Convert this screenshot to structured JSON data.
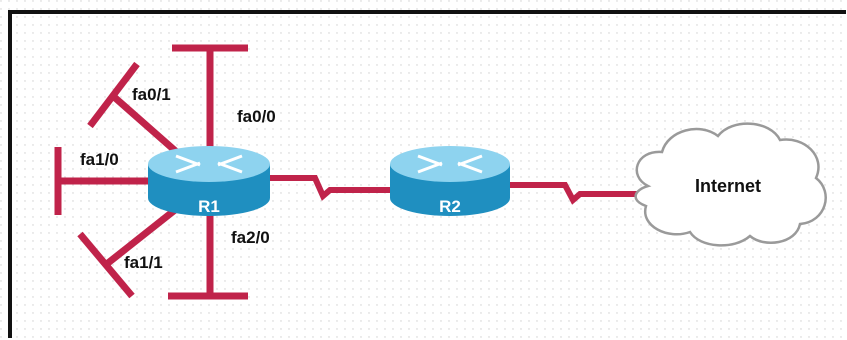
{
  "colors": {
    "frame": "#111111",
    "link": "#c0234a",
    "router_body": "#1f8fc0",
    "router_top": "#8ed3ef",
    "cloud_fill": "#ffffff",
    "cloud_stroke": "#9a9a9a"
  },
  "routers": [
    {
      "name": "R1"
    },
    {
      "name": "R2"
    }
  ],
  "interfaces": {
    "fa0_1": "fa0/1",
    "fa0_0": "fa0/0",
    "fa1_0": "fa1/0",
    "fa2_0": "fa2/0",
    "fa1_1": "fa1/1"
  },
  "cloud": {
    "label": "Internet"
  }
}
